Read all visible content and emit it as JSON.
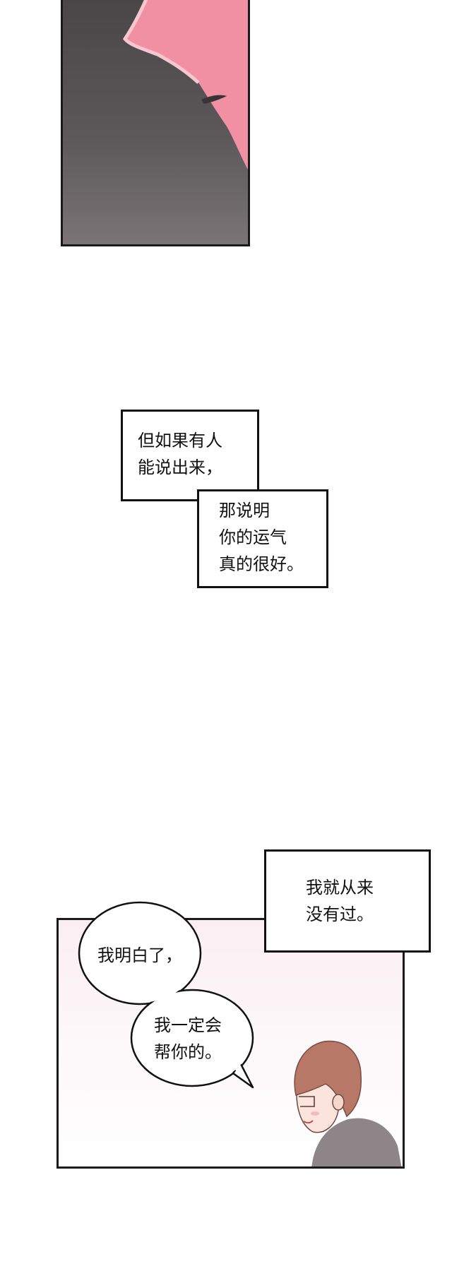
{
  "captions": {
    "first": {
      "lines": "但如果有人\n能说出来，"
    },
    "second": {
      "lines": "那说明\n你的运气\n真的很好。"
    },
    "third": {
      "lines": "我就从来\n没有过。"
    }
  },
  "bubbles": {
    "top": {
      "lines": "我明白了，"
    },
    "bottom": {
      "lines": "我一定会\n帮你的。"
    }
  },
  "colors": {
    "panel_dark": "#4a4648",
    "pink": "#f18fa3",
    "hair": "#b77868",
    "shirt": "#8d8587"
  }
}
